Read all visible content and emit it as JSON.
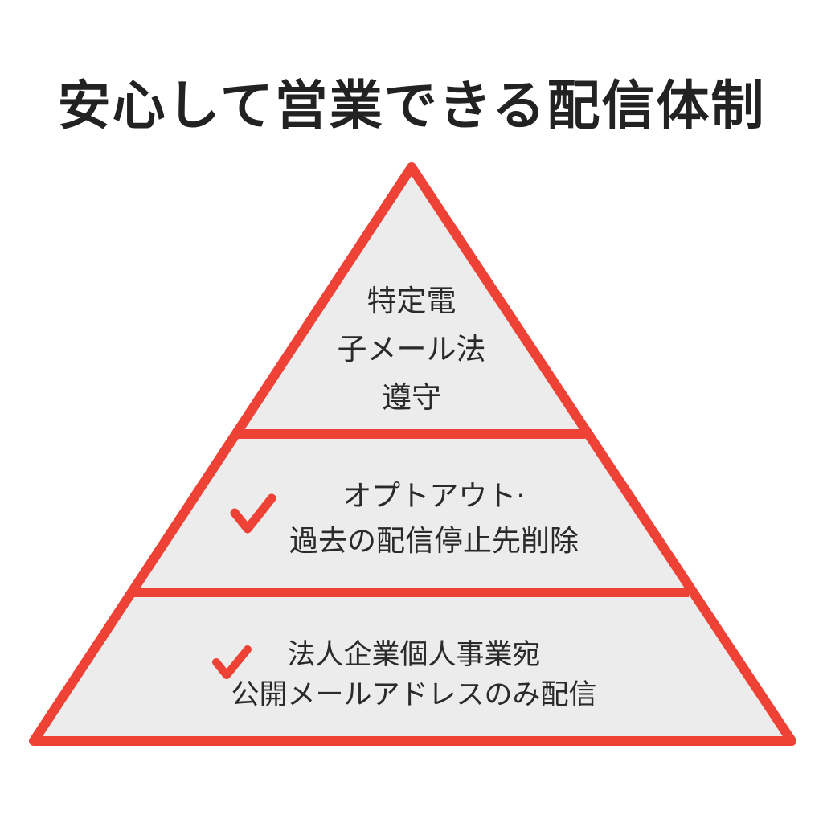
{
  "title": "安心して営業できる配信体制",
  "colors": {
    "accent": "#ee4236",
    "fill": "#ececec",
    "text": "#2a2a2a",
    "title": "#222222"
  },
  "pyramid": {
    "tiers": [
      {
        "position": "top",
        "lines": [
          "特定電",
          "子メール法",
          "遵守"
        ],
        "icon": null
      },
      {
        "position": "middle",
        "lines": [
          "オプトアウト·",
          "過去の配信停止先削除"
        ],
        "icon": "check-icon"
      },
      {
        "position": "bottom",
        "lines": [
          "法人企業個人事業宛",
          "公開メールアドレスのみ配信"
        ],
        "icon": "check-icon"
      }
    ]
  }
}
